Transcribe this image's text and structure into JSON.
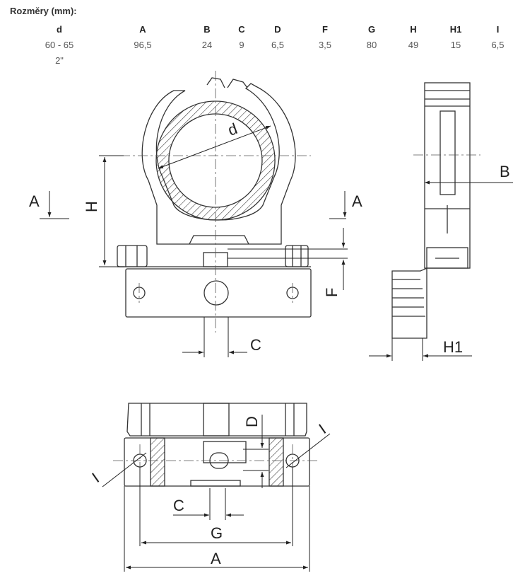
{
  "heading": "Rozměry (mm):",
  "table": {
    "columns": [
      "d",
      "A",
      "B",
      "C",
      "D",
      "F",
      "G",
      "H",
      "H1",
      "I"
    ],
    "rows": [
      [
        "60 - 65",
        "96,5",
        "24",
        "9",
        "6,5",
        "3,5",
        "80",
        "49",
        "15",
        "6,5"
      ],
      [
        "2\"",
        "",
        "",
        "",
        "",
        "",
        "",
        "",
        "",
        ""
      ]
    ]
  },
  "drawing": {
    "labels": {
      "d": "d",
      "A_left": "A",
      "A_right": "A",
      "H": "H",
      "F": "F",
      "C_front": "C",
      "B": "B",
      "H1": "H1",
      "D": "D",
      "I_left": "I",
      "I_right": "I",
      "C_bottom": "C",
      "G": "G",
      "A_bottom": "A"
    }
  }
}
